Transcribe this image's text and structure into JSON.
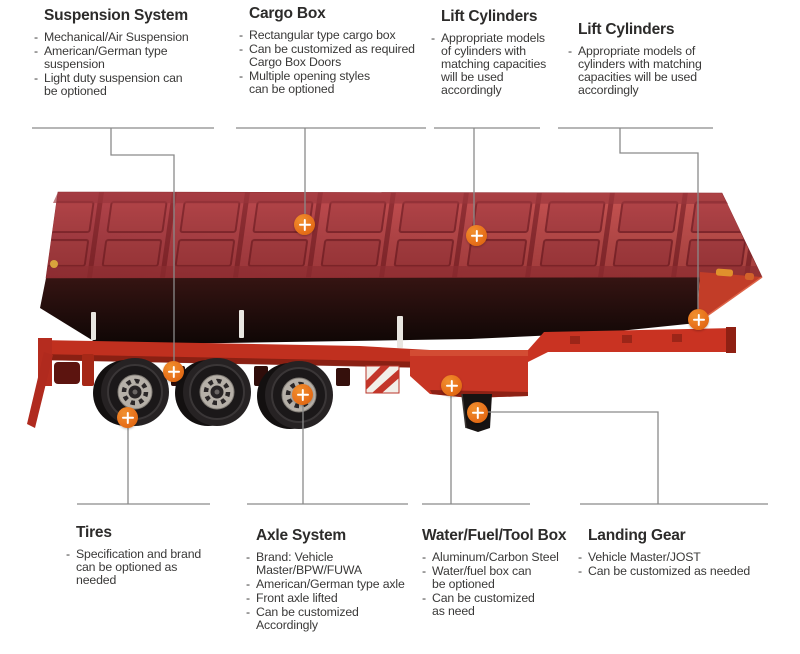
{
  "callouts": {
    "top": [
      {
        "id": "suspension-system",
        "title": "Suspension System",
        "items": [
          "Mechanical/Air Suspension",
          "American/German type\nsuspension",
          "Light duty suspension can\nbe optioned"
        ]
      },
      {
        "id": "cargo-box",
        "title": "Cargo Box",
        "items": [
          "Rectangular type cargo box",
          "Can be customized as required\nCargo Box Doors",
          "Multiple opening styles\ncan be optioned"
        ]
      },
      {
        "id": "lift-cylinders-1",
        "title": "Lift Cylinders",
        "items": [
          "Appropriate models\nof cylinders with\nmatching capacities\nwill be used\naccordingly"
        ]
      },
      {
        "id": "lift-cylinders-2",
        "title": "Lift Cylinders",
        "items": [
          "Appropriate models of\ncylinders with matching\ncapacities will be used\naccordingly"
        ]
      }
    ],
    "bottom": [
      {
        "id": "tires",
        "title": "Tires",
        "items": [
          "Specification and brand\ncan be optioned as\nneeded"
        ]
      },
      {
        "id": "axle-system",
        "title": "Axle System",
        "items": [
          "Brand: Vehicle\nMaster/BPW/FUWA",
          "American/German type axle",
          "Front axle lifted",
          "Can be customized\nAccordingly"
        ]
      },
      {
        "id": "water-fuel-tool-box",
        "title": "Water/Fuel/Tool Box",
        "items": [
          "Aluminum/Carbon Steel",
          "Water/fuel box can\nbe optioned",
          "Can be customized\nas need"
        ]
      },
      {
        "id": "landing-gear",
        "title": "Landing Gear",
        "items": [
          "Vehicle Master/JOST",
          "Can be customized as needed"
        ]
      }
    ]
  },
  "hotspot": {
    "symbol": "+",
    "color": "#e8721c"
  },
  "colors": {
    "box_red": "#c24a4d",
    "chassis_red": "#c0301f",
    "connector_line": "#8a8a8a",
    "text": "#323130",
    "background": "#ffffff"
  }
}
